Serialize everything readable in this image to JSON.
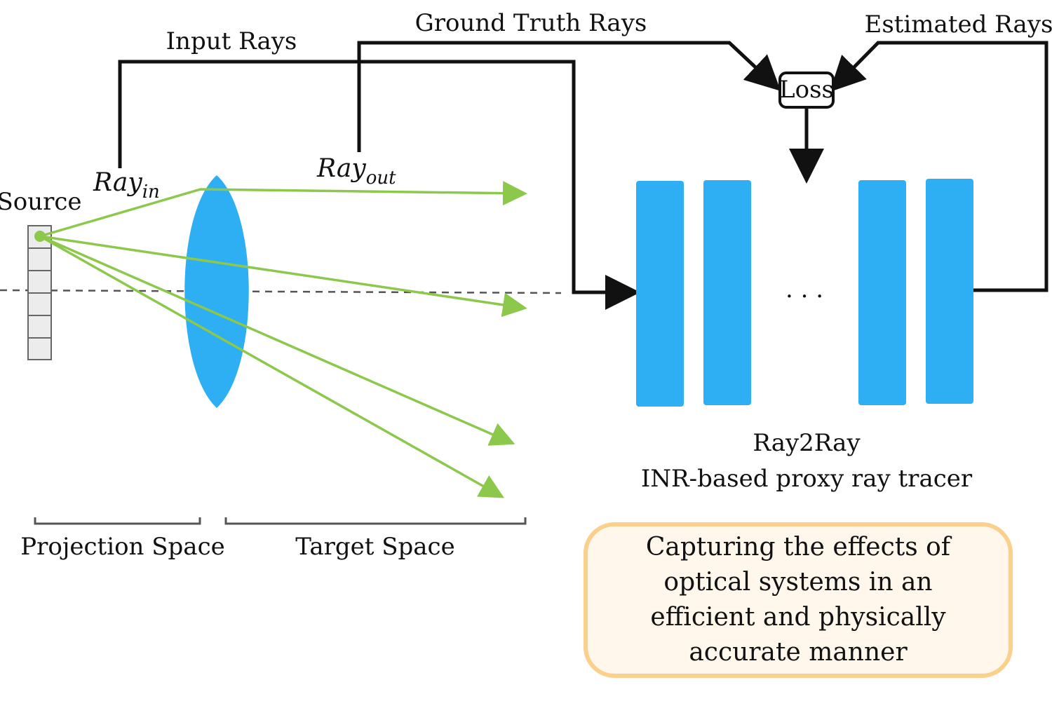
{
  "labels": {
    "input_rays": "Input Rays",
    "ground_truth_rays": "Ground Truth Rays",
    "estimated_rays": "Estimated Rays",
    "loss": "Loss",
    "source": "Source",
    "ray_in_base": "Ray",
    "ray_in_sub": "in",
    "ray_out_base": "Ray",
    "ray_out_sub": "out",
    "ellipsis": ". . .",
    "network_name": "Ray2Ray",
    "network_desc": "INR-based proxy ray tracer",
    "projection_space": "Projection Space",
    "target_space": "Target Space"
  },
  "note": {
    "text": "Capturing the effects of optical systems in an efficient and physically accurate manner"
  },
  "colors": {
    "ray": "#8cc84b",
    "lens": "#2eaef3",
    "layer": "#2eaef3",
    "arrow": "#111111",
    "note_border": "#fbcf8c",
    "note_fill": "#fff6ec",
    "sensor_fill": "#ececec",
    "axis": "#555555"
  }
}
